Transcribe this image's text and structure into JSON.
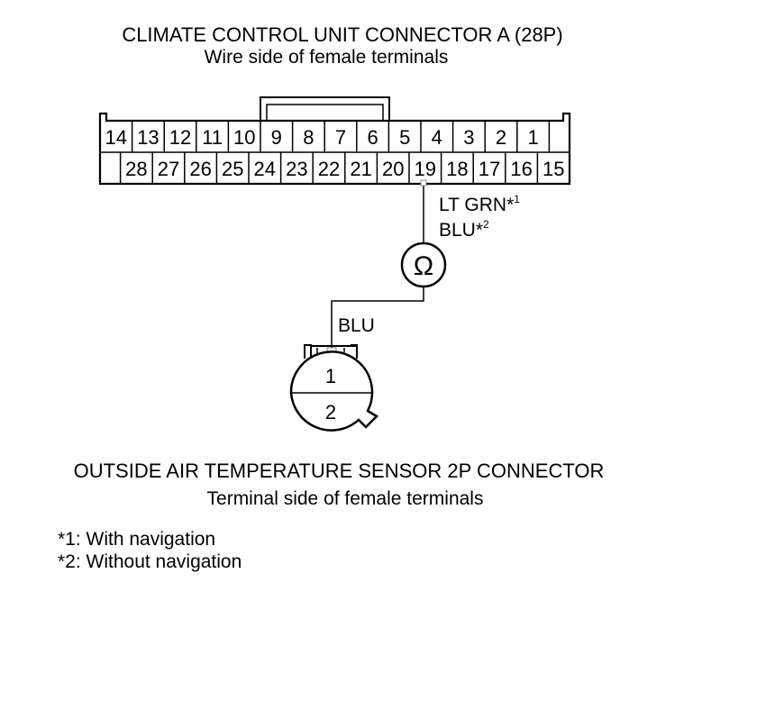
{
  "ccu_connector": {
    "title": "CLIMATE CONTROL UNIT CONNECTOR A (28P)",
    "subtitle": "Wire side of female terminals",
    "top_row": [
      "14",
      "13",
      "12",
      "11",
      "10",
      "9",
      "8",
      "7",
      "6",
      "5",
      "4",
      "3",
      "2",
      "1"
    ],
    "bottom_row": [
      "28",
      "27",
      "26",
      "25",
      "24",
      "23",
      "22",
      "21",
      "20",
      "19",
      "18",
      "17",
      "16",
      "15"
    ]
  },
  "wire_upper": {
    "color_with_nav": "LT GRN*",
    "note_with_nav": "1",
    "color_without_nav": "BLU*",
    "note_without_nav": "2"
  },
  "meter": {
    "symbol": "Ω",
    "icon": "ohmmeter-icon"
  },
  "wire_lower": {
    "color": "BLU"
  },
  "sensor_connector": {
    "pin_top": "1",
    "pin_bottom": "2",
    "title": "OUTSIDE AIR TEMPERATURE SENSOR 2P CONNECTOR",
    "subtitle": "Terminal side of female terminals"
  },
  "footnotes": [
    "*1: With navigation",
    "*2: Without navigation"
  ]
}
